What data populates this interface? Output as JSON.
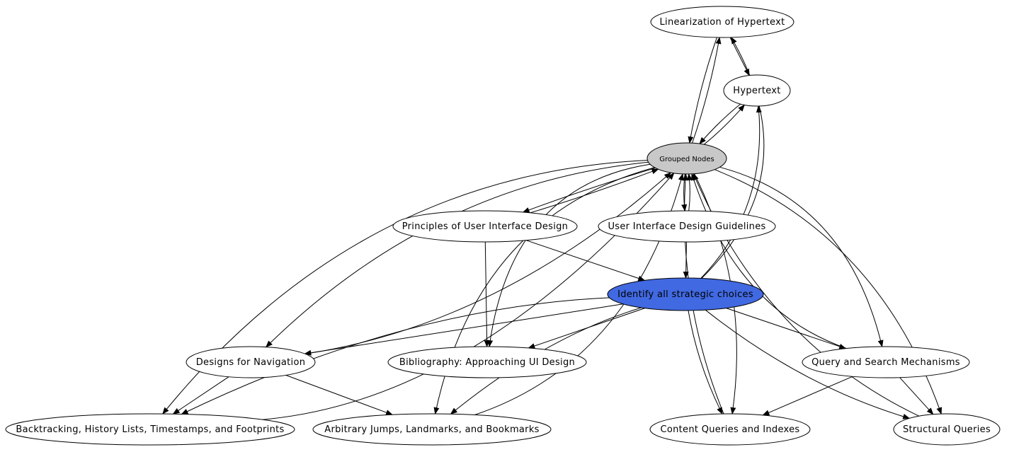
{
  "graph": {
    "nodes": [
      {
        "id": "linearization",
        "label": "Linearization of Hypertext",
        "style": "plain"
      },
      {
        "id": "hypertext",
        "label": "Hypertext",
        "style": "plain"
      },
      {
        "id": "grouped",
        "label": "Grouped Nodes",
        "style": "grouped"
      },
      {
        "id": "principles",
        "label": "Principles of User Interface Design",
        "style": "plain"
      },
      {
        "id": "guidelines",
        "label": "User Interface Design Guidelines",
        "style": "plain"
      },
      {
        "id": "strategic",
        "label": "Identify all strategic choices",
        "style": "highlight"
      },
      {
        "id": "designs-nav",
        "label": "Designs for Navigation",
        "style": "plain"
      },
      {
        "id": "bibliography",
        "label": "Bibliography: Approaching UI Design",
        "style": "plain"
      },
      {
        "id": "query-search",
        "label": "Query and Search Mechanisms",
        "style": "plain"
      },
      {
        "id": "backtracking",
        "label": "Backtracking, History Lists, Timestamps, and Footprints",
        "style": "plain"
      },
      {
        "id": "arbitrary",
        "label": "Arbitrary Jumps, Landmarks, and Bookmarks",
        "style": "plain"
      },
      {
        "id": "content-queries",
        "label": "Content Queries and Indexes",
        "style": "plain"
      },
      {
        "id": "structural",
        "label": "Structural Queries",
        "style": "plain"
      }
    ],
    "edges": [
      {
        "from": "linearization",
        "to": "hypertext"
      },
      {
        "from": "linearization",
        "to": "grouped"
      },
      {
        "from": "grouped",
        "to": "linearization"
      },
      {
        "from": "hypertext",
        "to": "grouped"
      },
      {
        "from": "grouped",
        "to": "hypertext"
      },
      {
        "from": "grouped",
        "to": "principles"
      },
      {
        "from": "principles",
        "to": "grouped"
      },
      {
        "from": "grouped",
        "to": "guidelines"
      },
      {
        "from": "guidelines",
        "to": "grouped"
      },
      {
        "from": "guidelines",
        "to": "strategic"
      },
      {
        "from": "principles",
        "to": "strategic"
      },
      {
        "from": "principles",
        "to": "bibliography"
      },
      {
        "from": "strategic",
        "to": "linearization"
      },
      {
        "from": "strategic",
        "to": "hypertext"
      },
      {
        "from": "strategic",
        "to": "designs-nav"
      },
      {
        "from": "strategic",
        "to": "bibliography"
      },
      {
        "from": "strategic",
        "to": "query-search"
      },
      {
        "from": "strategic",
        "to": "backtracking"
      },
      {
        "from": "strategic",
        "to": "arbitrary"
      },
      {
        "from": "strategic",
        "to": "content-queries"
      },
      {
        "from": "strategic",
        "to": "structural"
      },
      {
        "from": "designs-nav",
        "to": "backtracking"
      },
      {
        "from": "designs-nav",
        "to": "arbitrary"
      },
      {
        "from": "query-search",
        "to": "content-queries"
      },
      {
        "from": "query-search",
        "to": "structural"
      },
      {
        "from": "grouped",
        "to": "designs-nav"
      },
      {
        "from": "designs-nav",
        "to": "grouped"
      },
      {
        "from": "grouped",
        "to": "backtracking"
      },
      {
        "from": "backtracking",
        "to": "grouped"
      },
      {
        "from": "grouped",
        "to": "arbitrary"
      },
      {
        "from": "arbitrary",
        "to": "grouped"
      },
      {
        "from": "grouped",
        "to": "bibliography"
      },
      {
        "from": "grouped",
        "to": "query-search"
      },
      {
        "from": "query-search",
        "to": "grouped"
      },
      {
        "from": "grouped",
        "to": "content-queries"
      },
      {
        "from": "content-queries",
        "to": "grouped"
      },
      {
        "from": "grouped",
        "to": "structural"
      },
      {
        "from": "structural",
        "to": "grouped"
      }
    ]
  },
  "colors": {
    "node_fill": "#ffffff",
    "grouped_fill": "#c8c8c8",
    "highlight_fill": "#4169e1",
    "stroke": "#000000"
  }
}
